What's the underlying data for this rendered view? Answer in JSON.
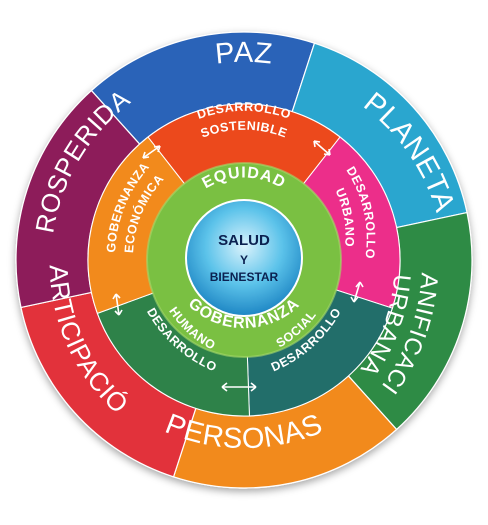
{
  "outer_ring": [
    {
      "label": "PAZ",
      "color": "#2b63b8"
    },
    {
      "label": "PLANETA",
      "color": "#2aa6cf"
    },
    {
      "label": "PLANIFICACIÓN",
      "label2": "URBANA",
      "color": "#2e8b45"
    },
    {
      "label": "PERSONAS",
      "color": "#f28a1e"
    },
    {
      "label": "PARTICIPACIÓN",
      "color": "#e2303a"
    },
    {
      "label": "PROSPERIDAD",
      "color": "#8d1f5a"
    }
  ],
  "middle_ring": [
    {
      "label": "DESARROLLO",
      "label2": "SOSTENIBLE",
      "color": "#ec4a1f"
    },
    {
      "label": "DESARROLLO",
      "label2": "URBANO",
      "color": "#ec2e8a"
    },
    {
      "label": "DESARROLLO",
      "label2": "SOCIAL",
      "color": "#226e6b"
    },
    {
      "label": "DESARROLLO",
      "label2": "HUMANO",
      "color": "#2e8248"
    },
    {
      "label": "GOBERNANZA",
      "label2": "ECONÓMICA",
      "color": "#f28a1e"
    }
  ],
  "inner_ring": {
    "top": "EQUIDAD",
    "bottom": "GOBERNANZA",
    "color": "#7ac043"
  },
  "core": {
    "line1": "SALUD",
    "line2": "Y",
    "line3": "BIENESTAR",
    "color": "#4bb8e6"
  }
}
